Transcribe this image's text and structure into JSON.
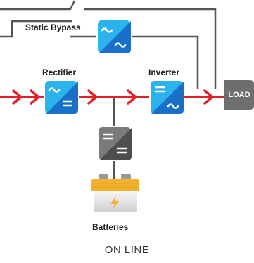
{
  "labels": {
    "static_bypass": "Static Bypass",
    "rectifier": "Rectifier",
    "inverter": "Inverter",
    "load": "LOAD",
    "batteries": "Batteries"
  },
  "mode": "ON LINE",
  "colors": {
    "power_flow": "#e3212a",
    "bypass_wire": "#555555",
    "converter_blue_dark": "#1a6fc9",
    "converter_blue_light": "#2ab3ec",
    "dc_converter_gray": "#5d5d5d",
    "load_box": "#6e6e6e",
    "battery_orange": "#f2b12c"
  },
  "icons": {
    "static_bypass": "ac-ac-converter-icon",
    "rectifier": "ac-dc-converter-icon",
    "inverter": "dc-ac-converter-icon",
    "dc_converter": "dc-dc-converter-icon",
    "battery": "battery-icon",
    "flow_arrow": "chevron-right-icon"
  }
}
